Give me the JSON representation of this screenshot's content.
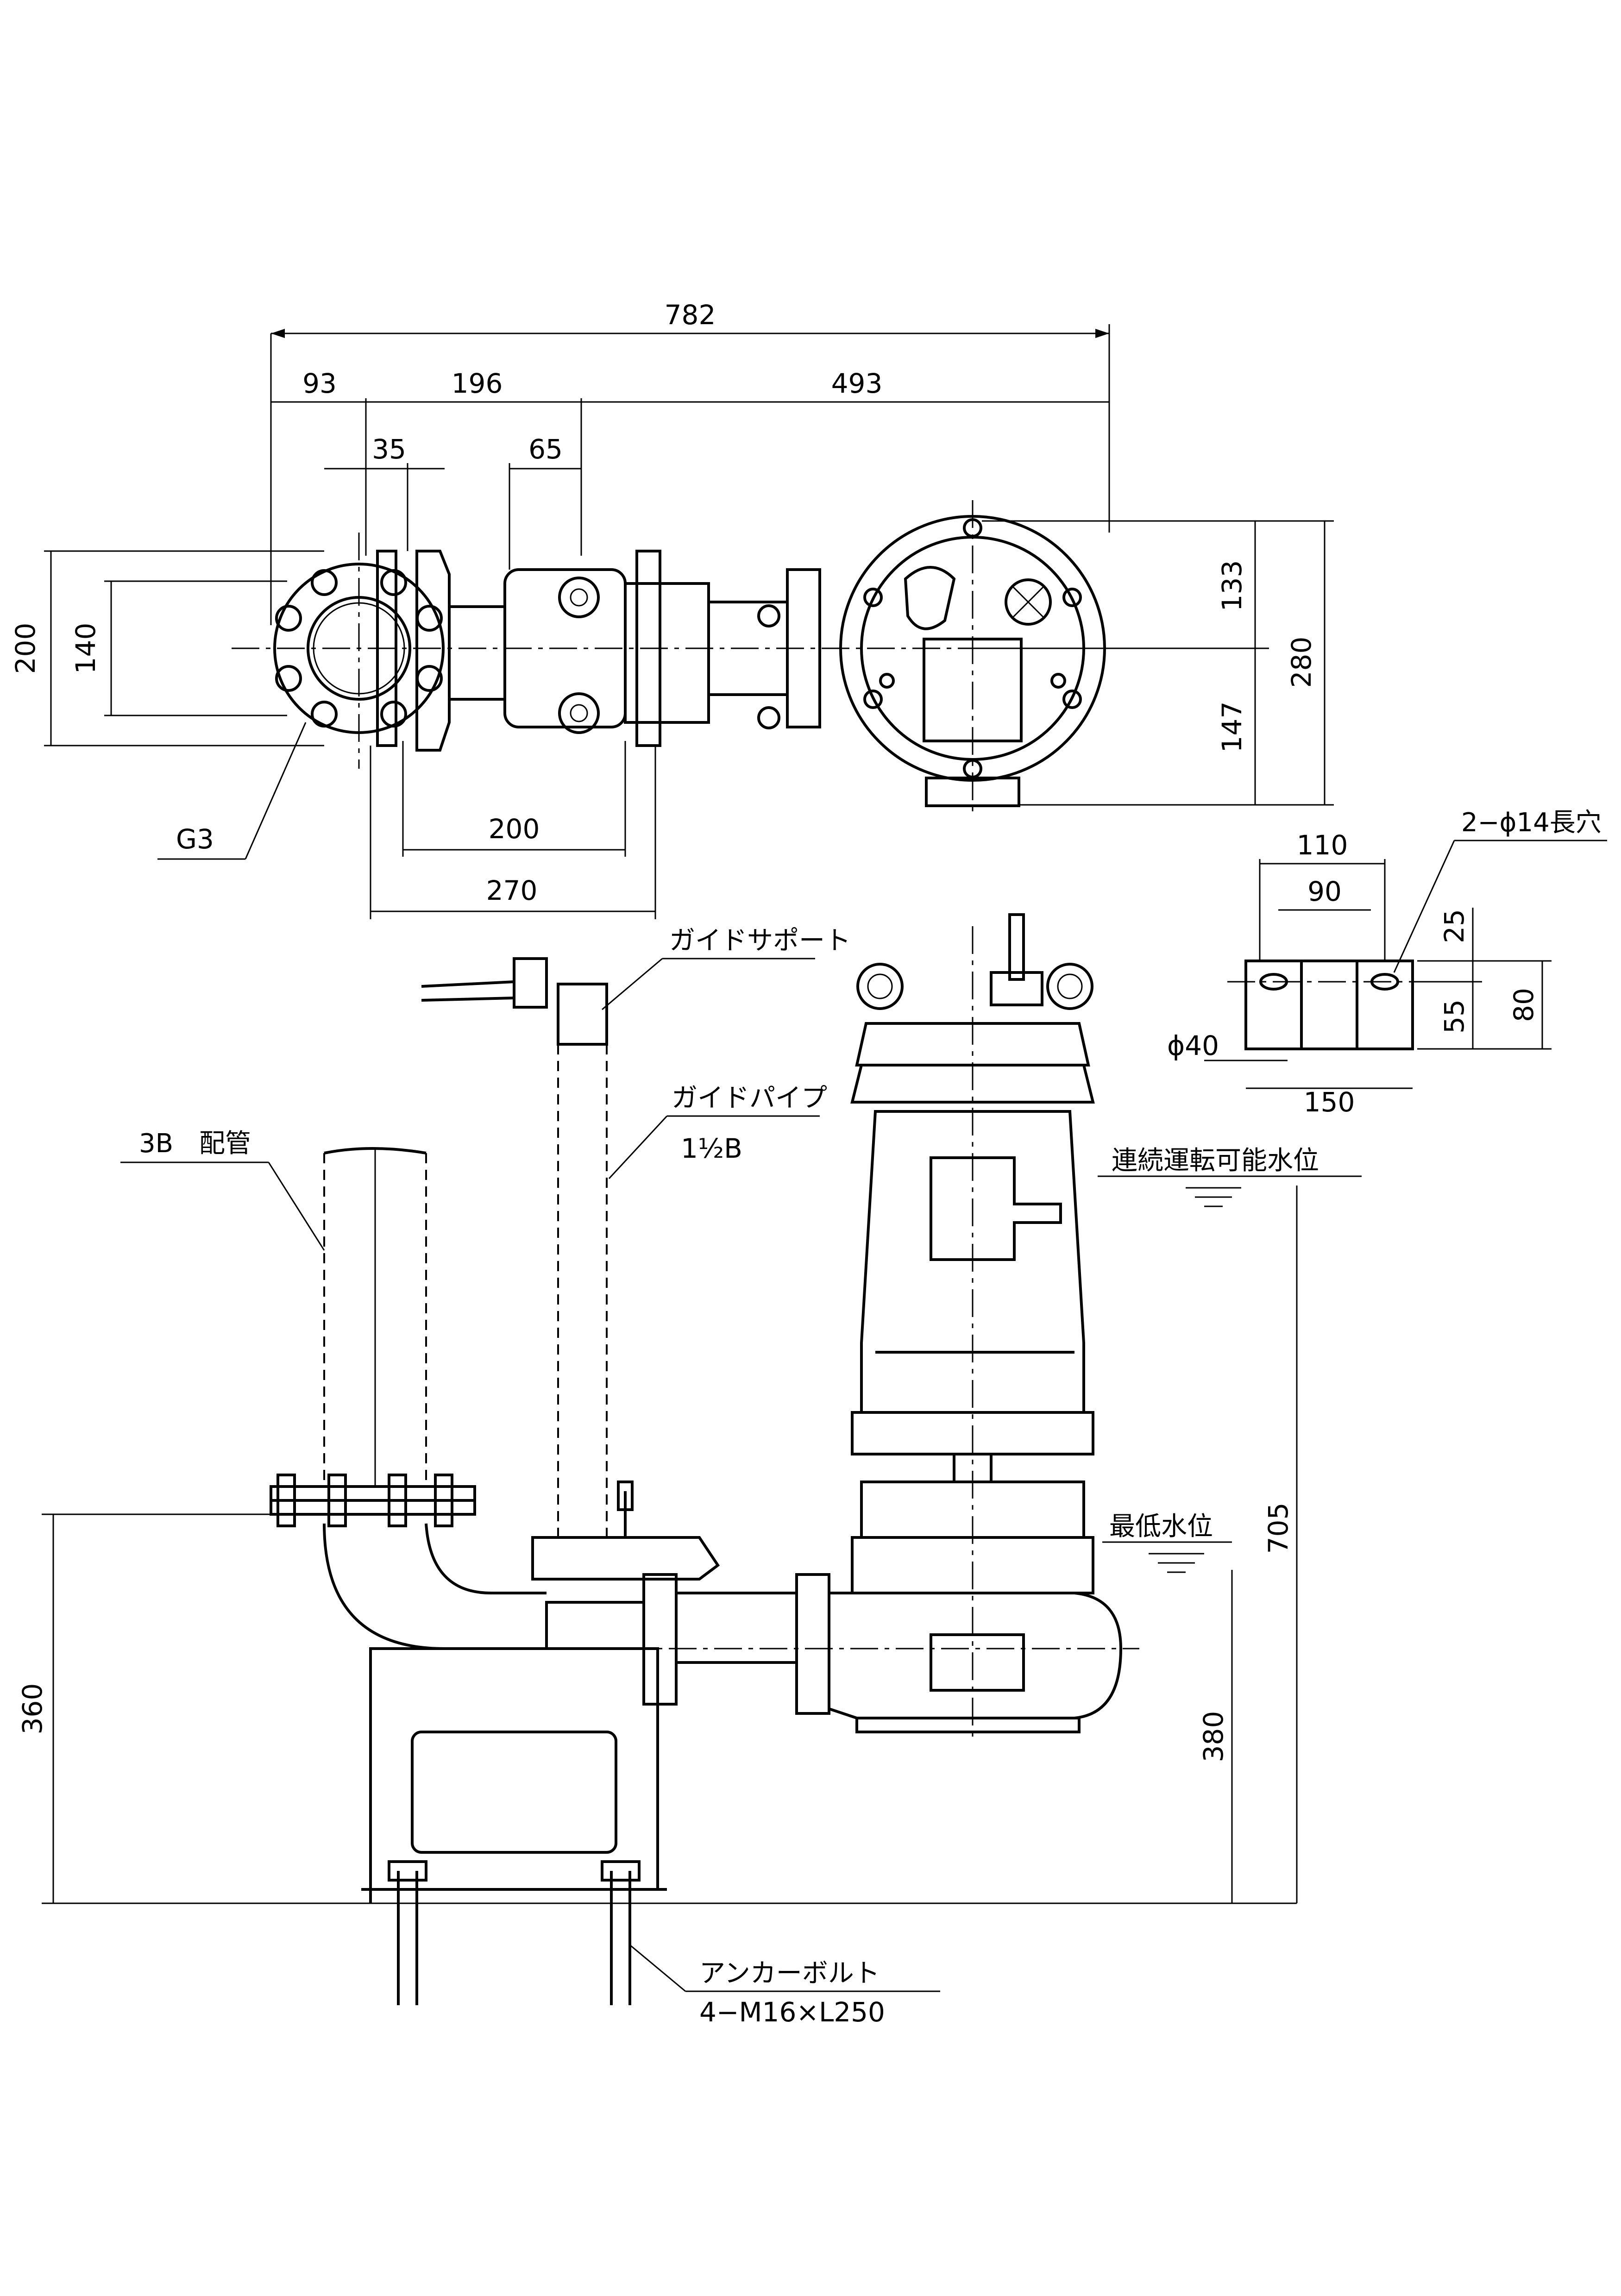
{
  "dimensions": {
    "overall_width": "782",
    "left_offset": "93",
    "flange_span": "196",
    "pump_span": "493",
    "flange_pitch": "35",
    "guide_pitch": "65",
    "height_outer": "200",
    "height_inner": "140",
    "bolt_circle_w": "200",
    "base_w": "270",
    "pump_upper": "133",
    "pump_lower": "147",
    "pump_total": "280",
    "base_110": "110",
    "base_90": "90",
    "base_25": "25",
    "base_55": "55",
    "base_80": "80",
    "base_150": "150",
    "phi40": "ϕ40",
    "h360": "360",
    "h380": "380",
    "h705": "705"
  },
  "labels": {
    "g3": "G3",
    "slot": "2−ϕ14長穴",
    "guide_support": "ガイドサポート",
    "guide_pipe": "ガイドパイプ",
    "guide_pipe_size": "1½B",
    "pipe_3b": "3B　配管",
    "continuous_level": "連続運転可能水位",
    "min_level": "最低水位",
    "anchor_bolt": "アンカーボルト",
    "anchor_spec": "4−M16×L250"
  }
}
